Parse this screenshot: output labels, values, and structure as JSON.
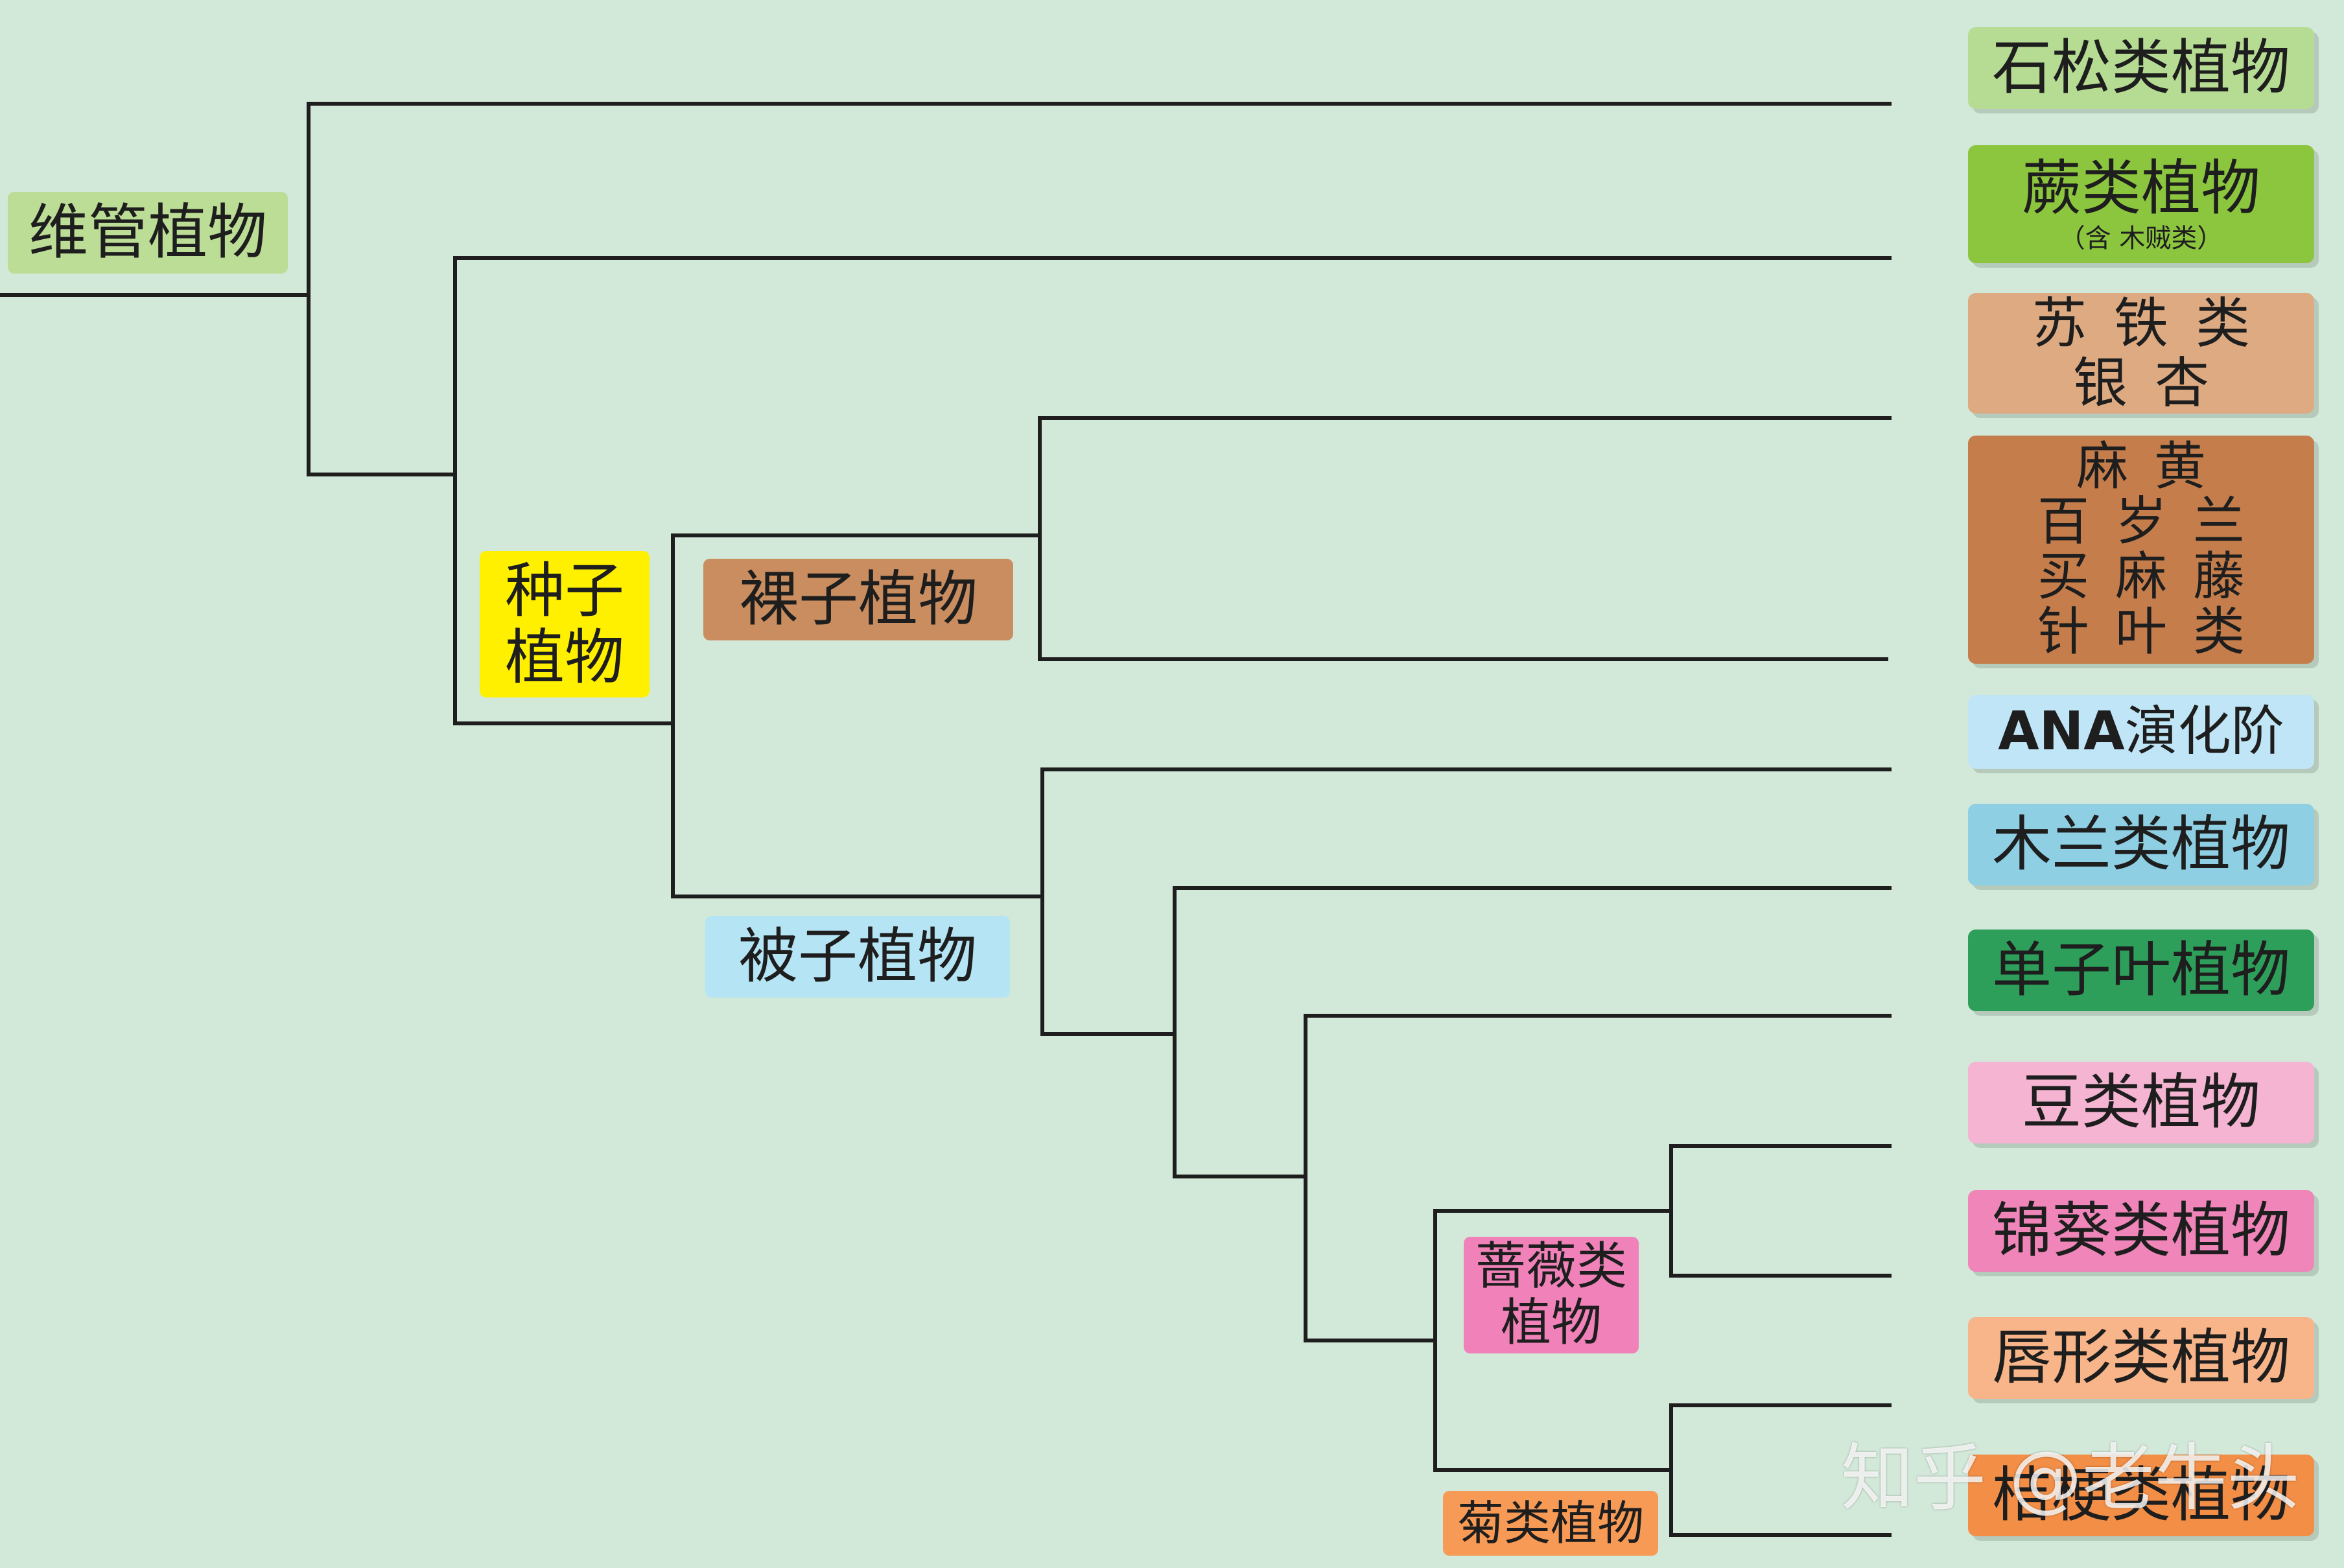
{
  "colors": {
    "background": "#d2e8d8",
    "line": "#1e1e1e",
    "vascular": "#bcdd96",
    "seed": "#fff000",
    "gymnosperm": "#c98d5f",
    "angiosperm": "#b5e4f5",
    "rosid": "#f082b9",
    "asterid": "#f79a55"
  },
  "clades": {
    "vascular": "维管植物",
    "seed_line1": "种子",
    "seed_line2": "植物",
    "gymnosperm": "裸子植物",
    "angiosperm": "被子植物",
    "rosid_line1": "蔷薇类",
    "rosid_line2": "植物",
    "asterid": "菊类植物"
  },
  "leaves": {
    "lycophyte": "石松类植物",
    "fern": "蕨类植物",
    "fern_note": "（含 木贼类）",
    "cycad_line1": "苏铁类",
    "cycad_line2": "银杏",
    "gnetum_line1": "麻黄",
    "gnetum_line2": "百岁兰",
    "gnetum_line3": "买麻藤",
    "gnetum_line4": "针叶类",
    "ana_latin": "ANA",
    "ana_rest": "演化阶",
    "magnoliid": "木兰类植物",
    "monocot": "单子叶植物",
    "legume": "豆类植物",
    "malvid": "锦葵类植物",
    "lamiid": "唇形类植物",
    "campanulid": "桔梗类植物"
  },
  "leaf_colors": {
    "lycophyte": "#b6dc94",
    "fern": "#8cc63e",
    "cycad": "#ddaa82",
    "gnetum": "#c47d4b",
    "ana": "#bfe5f6",
    "magnoliid": "#8ecfe4",
    "monocot": "#2e9e5b",
    "legume": "#f5b4d2",
    "malvid": "#ef85b9",
    "lamiid": "#f8b589",
    "campanulid": "#f28e46"
  },
  "watermark": "知乎 @老牛头"
}
